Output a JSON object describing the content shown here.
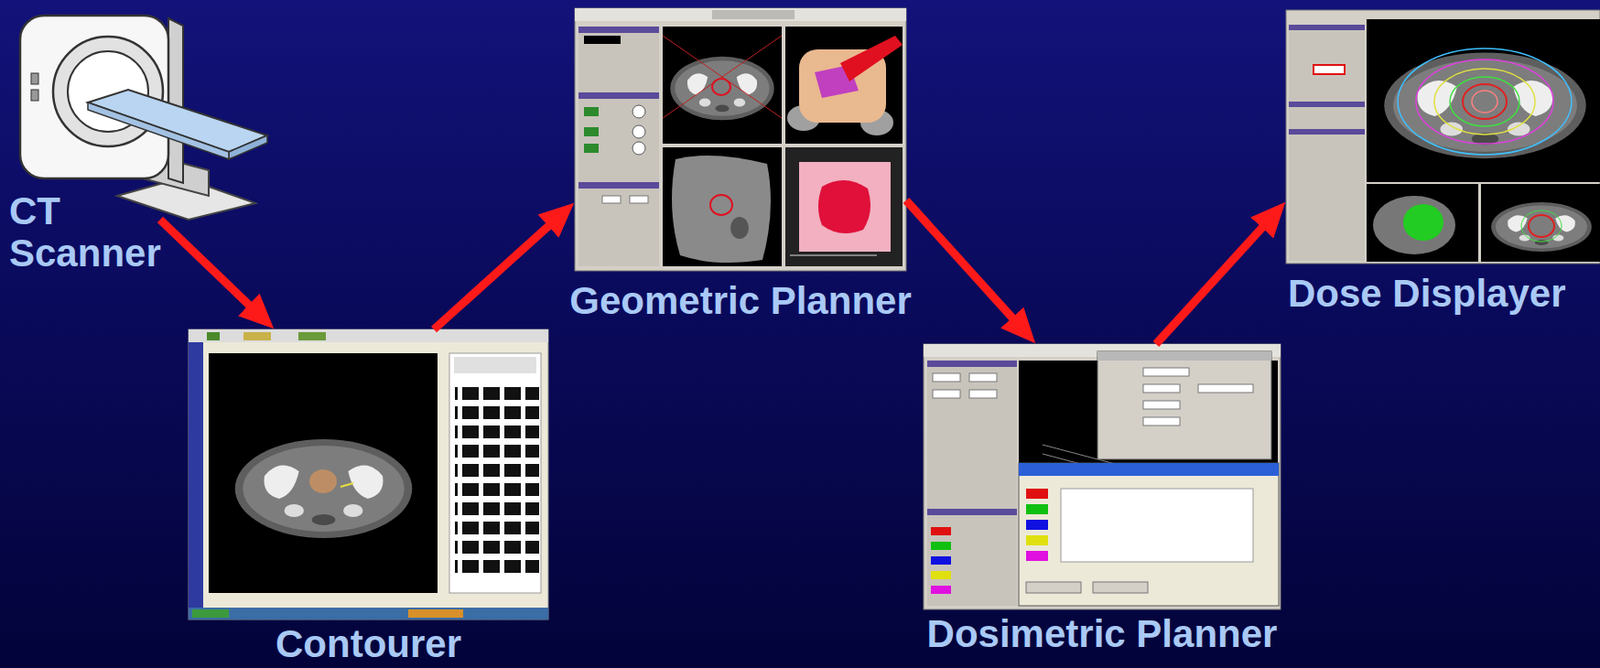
{
  "diagram": {
    "nodes": [
      {
        "text": [
          "CT Scanner"
        ]
      },
      {
        "text": [
          "Contourer"
        ]
      },
      {
        "text": [
          "Geometric Planner"
        ]
      },
      {
        "text": [
          "Dosimetric Planner"
        ]
      },
      {
        "text": [
          "Dose Displayer"
        ]
      }
    ],
    "edges": [
      {
        "from": 0,
        "to": 1,
        "arrow": "to"
      },
      {
        "from": 1,
        "to": 2,
        "arrow": "to"
      },
      {
        "from": 2,
        "to": 3,
        "arrow": "to"
      },
      {
        "from": 3,
        "to": 4,
        "arrow": "to"
      }
    ]
  }
}
